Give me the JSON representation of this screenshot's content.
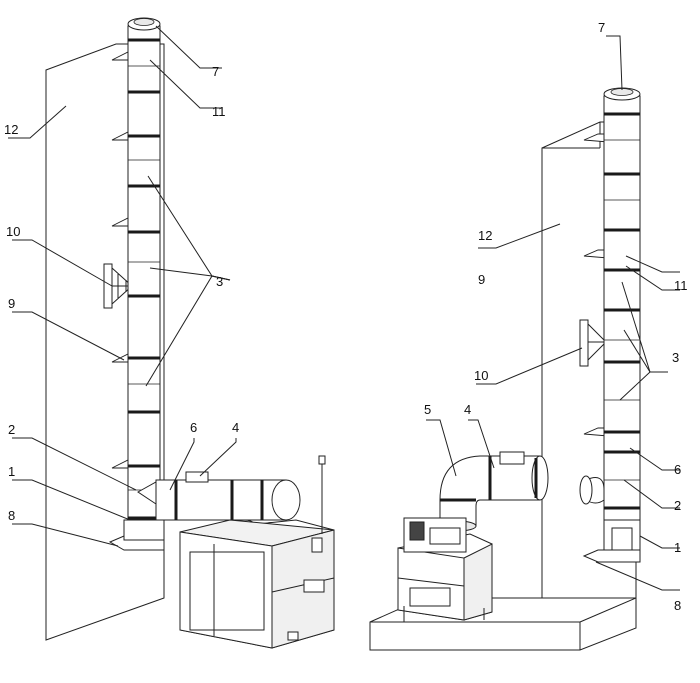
{
  "colors": {
    "stroke": "#222222",
    "band": "#1a1a1a",
    "fill": "#ffffff",
    "shade": "#e9e9e9"
  },
  "labels": {
    "left": {
      "n1": "1",
      "n2": "2",
      "n3": "3",
      "n4": "4",
      "n6": "6",
      "n7": "7",
      "n8": "8",
      "n9": "9",
      "n10": "10",
      "n11": "11",
      "n12": "12"
    },
    "right": {
      "n1": "1",
      "n2": "2",
      "n3": "3",
      "n4": "4",
      "n5": "5",
      "n6": "6",
      "n7": "7",
      "n8": "8",
      "n9": "9",
      "n10": "10",
      "n11": "11",
      "n12": "12"
    }
  }
}
